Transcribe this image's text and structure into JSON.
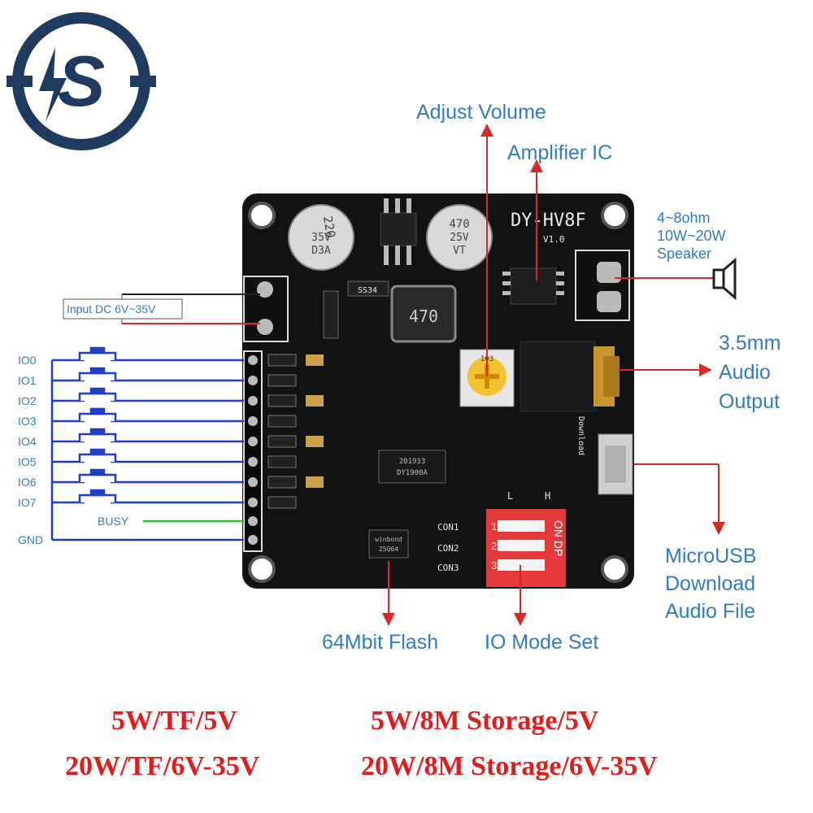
{
  "brand": {
    "logo_text": "S",
    "logo_color": "#1f3a5f"
  },
  "labels": {
    "adjust_volume": "Adjust Volume",
    "amplifier_ic": "Amplifier  IC",
    "speaker_1": "4~8ohm",
    "speaker_2": "10W~20W",
    "speaker_3": "Speaker",
    "audio_1": "3.5mm",
    "audio_2": "Audio",
    "audio_3": "Output",
    "usb_1": "MicroUSB",
    "usb_2": "Download",
    "usb_3": "Audio File",
    "flash": "64Mbit Flash",
    "io_mode": "IO Mode Set",
    "input_dc": "Input DC 6V~35V",
    "busy": "BUSY",
    "gnd": "GND"
  },
  "io_pins": [
    "IO0",
    "IO1",
    "IO2",
    "IO3",
    "IO4",
    "IO5",
    "IO6",
    "IO7"
  ],
  "board": {
    "model": "DY-HV8F",
    "version": "V1.0",
    "cap1": [
      "220",
      "35V",
      "D3A"
    ],
    "cap2": [
      "470",
      "25V",
      "VT"
    ],
    "inductor": "470",
    "ic_chip": [
      "201933",
      "DY1900A"
    ],
    "flash_chip": [
      "winbond",
      "25Q64"
    ],
    "con": [
      "CON1",
      "CON2",
      "CON3"
    ],
    "dip_header": "ON DP",
    "dip_numbers": [
      "1",
      "2",
      "3"
    ],
    "download_text": "Download",
    "l_mark": "L",
    "h_mark": "H",
    "ss34": "SS34",
    "pot_label": "103"
  },
  "variants": {
    "row1_left": "5W/TF/5V",
    "row1_right": "5W/8M Storage/5V",
    "row2_left": "20W/TF/6V-35V",
    "row2_right": "20W/8M Storage/6V-35V"
  },
  "colors": {
    "label_blue": "#2f7cc4",
    "arrow_red": "#d42a2a",
    "variant_red": "#e41b1b",
    "busy_green": "#2fb82f",
    "io_line_blue": "#1e3ec8"
  }
}
